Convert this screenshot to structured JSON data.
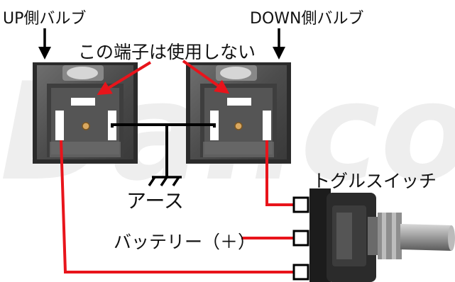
{
  "labels": {
    "up_valve": "UP側バルブ",
    "down_valve": "DOWN側バルブ",
    "unused_terminal": "この端子は使用しない",
    "ground": "アース",
    "toggle_switch": "トグルスイッチ",
    "battery": "バッテリー（＋）"
  },
  "watermark_text": "Dal.com",
  "colors": {
    "wire_red": "#e8141b",
    "wire_black": "#000000",
    "arrow_black": "#000000",
    "arrow_red": "#e8141b",
    "terminal_white": "#ffffff",
    "valve_body": "#555555",
    "switch_body": "#2a2a2a",
    "watermark": "#eeeeee"
  },
  "icons": [
    "down-arrow-icon",
    "ground-symbol-icon",
    "solenoid-valve-icon",
    "toggle-switch-icon"
  ]
}
